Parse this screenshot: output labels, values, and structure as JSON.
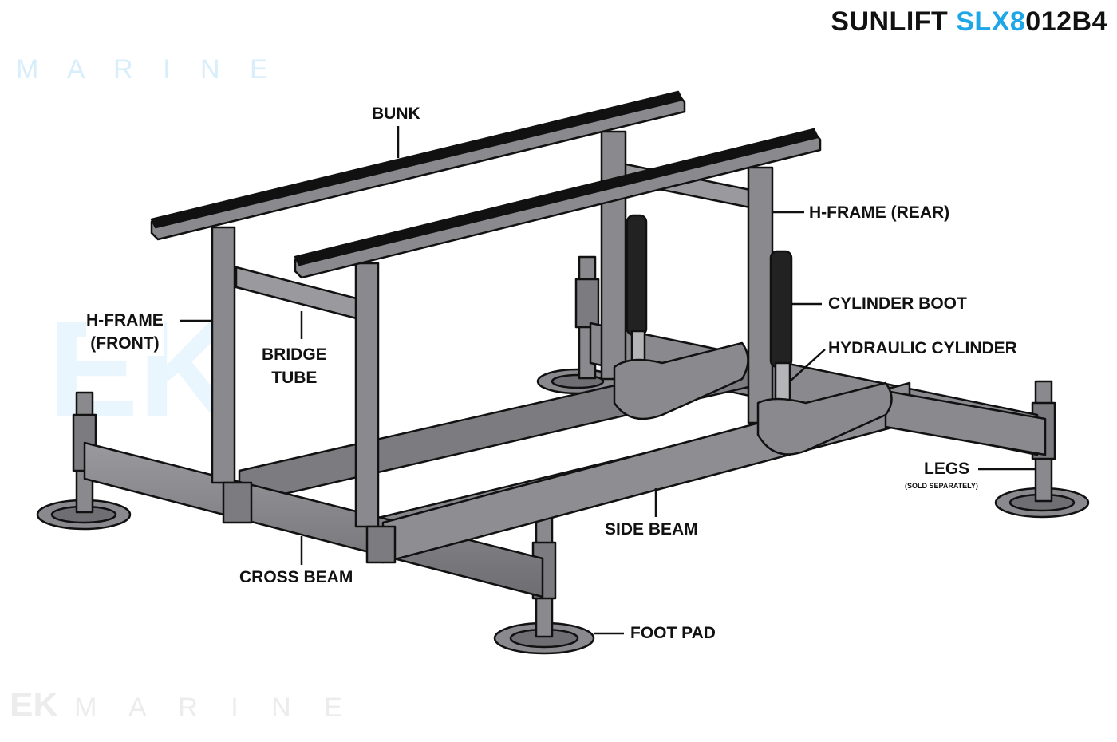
{
  "header": {
    "title_prefix": "SUNLIFT ",
    "title_accent": "SLX8",
    "title_suffix": "012B4"
  },
  "colors": {
    "accent": "#1ea7e8",
    "frame": "#8a8a8e",
    "frame_dark": "#6f6f73",
    "outline": "#111111",
    "watermark": "#eaf6fd"
  },
  "watermark": {
    "logo": "EK",
    "word": "M A R I N E"
  },
  "labels": {
    "bunk": "BUNK",
    "h_frame_rear": "H-FRAME (REAR)",
    "h_frame_front_line1": "H-FRAME",
    "h_frame_front_line2": "(FRONT)",
    "bridge_tube_line1": "BRIDGE",
    "bridge_tube_line2": "TUBE",
    "cylinder_boot": "CYLINDER BOOT",
    "hydraulic_cylinder": "HYDRAULIC CYLINDER",
    "legs": "LEGS",
    "legs_note": "(SOLD SEPARATELY)",
    "side_beam": "SIDE BEAM",
    "cross_beam": "CROSS BEAM",
    "foot_pad": "FOOT PAD"
  }
}
